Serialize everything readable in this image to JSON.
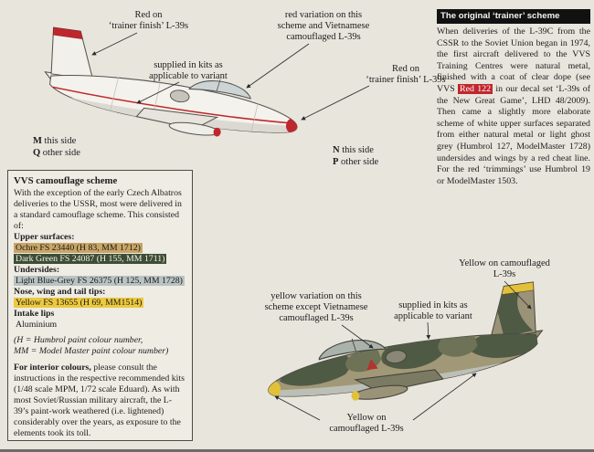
{
  "colors": {
    "paper": "#e8e5dd",
    "accent_red": "#c0272d",
    "camo_dark_green": "#4f5a45",
    "camo_green": "#6e7257",
    "camo_khaki": "#a19877",
    "underside_grey": "#bcbfb6",
    "tip_yellow": "#e2c139"
  },
  "annotations": {
    "a1": {
      "text": "Red on\n‘trainer finish’ L-39s"
    },
    "a2": {
      "text": "supplied in kits as\napplicable to variant"
    },
    "a3": {
      "m": "M",
      "m_rest": " this side",
      "q": "Q",
      "q_rest": " other side"
    },
    "a4": {
      "text": "red variation on this\nscheme and Vietnamese\ncamouflaged L-39s"
    },
    "a5": {
      "text": "Red on\n‘trainer finish’ L-39s"
    },
    "a6": {
      "n": "N",
      "n_rest": " this side",
      "p": "P",
      "p_rest": " other side"
    },
    "a7": {
      "text": "Yellow on camouflaged\nL-39s"
    },
    "a8": {
      "text": "yellow variation on this\nscheme except Vietnamese\ncamouflaged L-39s"
    },
    "a9": {
      "text": "supplied in kits as\napplicable to variant"
    },
    "a10": {
      "text": "Yellow on\ncamouflaged L-39s"
    }
  },
  "trainer_box": {
    "title": "The original ‘trainer’ scheme",
    "body_pre": "When deliveries of the L-39C from the CSSR to the Soviet Union began in 1974, the first aircraft delivered to the VVS Training Centres were natural metal, finished with a coat of clear dope (see VVS ",
    "red_badge": "Red 122",
    "body_post": " in our decal set ‘L-39s of the New Great Game’, LHD 48/2009). Then came a slightly more elaborate scheme of white upper surfaces separated from either natural metal or light ghost grey (Humbrol 127, ModelMaster 1728) undersides and wings by a red cheat line. For the red ‘trimmings’ use Humbrol 19 or ModelMaster 1503."
  },
  "vvs_box": {
    "title": "VVS camouflage scheme",
    "intro": "With the exception of the early Czech Albatros deliveries to the USSR, most were delivered in a standard camouflage scheme. This consisted of:",
    "sections": [
      {
        "heading": "Upper surfaces:",
        "swatches": [
          {
            "label": "Ochre FS 23440 (H 83, MM 1712)",
            "bg": "#c9a566",
            "fg": "#1a1a1a"
          },
          {
            "label": "Dark Green FS 24087 (H 155, MM 1711)",
            "bg": "#3e4d35",
            "fg": "#f2f2ea"
          }
        ]
      },
      {
        "heading": "Undersides:",
        "swatches": [
          {
            "label": "Light Blue-Grey FS 26375 (H 125, MM 1728)",
            "bg": "#b9c3c3",
            "fg": "#1a1a1a"
          }
        ]
      },
      {
        "heading": "Nose, wing and tail tips:",
        "swatches": [
          {
            "label": "Yellow FS 13655 (H 69, MM1514)",
            "bg": "#ecc93f",
            "fg": "#1a1a1a"
          }
        ]
      },
      {
        "heading": "Intake lips",
        "swatches": [
          {
            "label": "Aluminium",
            "bg": "transparent",
            "fg": "#1a1a1a"
          }
        ]
      }
    ],
    "abbrev_note": "(H = Humbrol paint colour number,\nMM = Model Master paint colour number)",
    "interior_bold": "For interior colours,",
    "interior_rest": " please consult the instructions in the respective recommended kits (1/48 scale MPM, 1/72 scale Eduard). As with most Soviet/Russian military aircraft, the L-39’s paint-work weathered (i.e. lightened) considerably over the years, as exposure to the elements took its toll."
  }
}
